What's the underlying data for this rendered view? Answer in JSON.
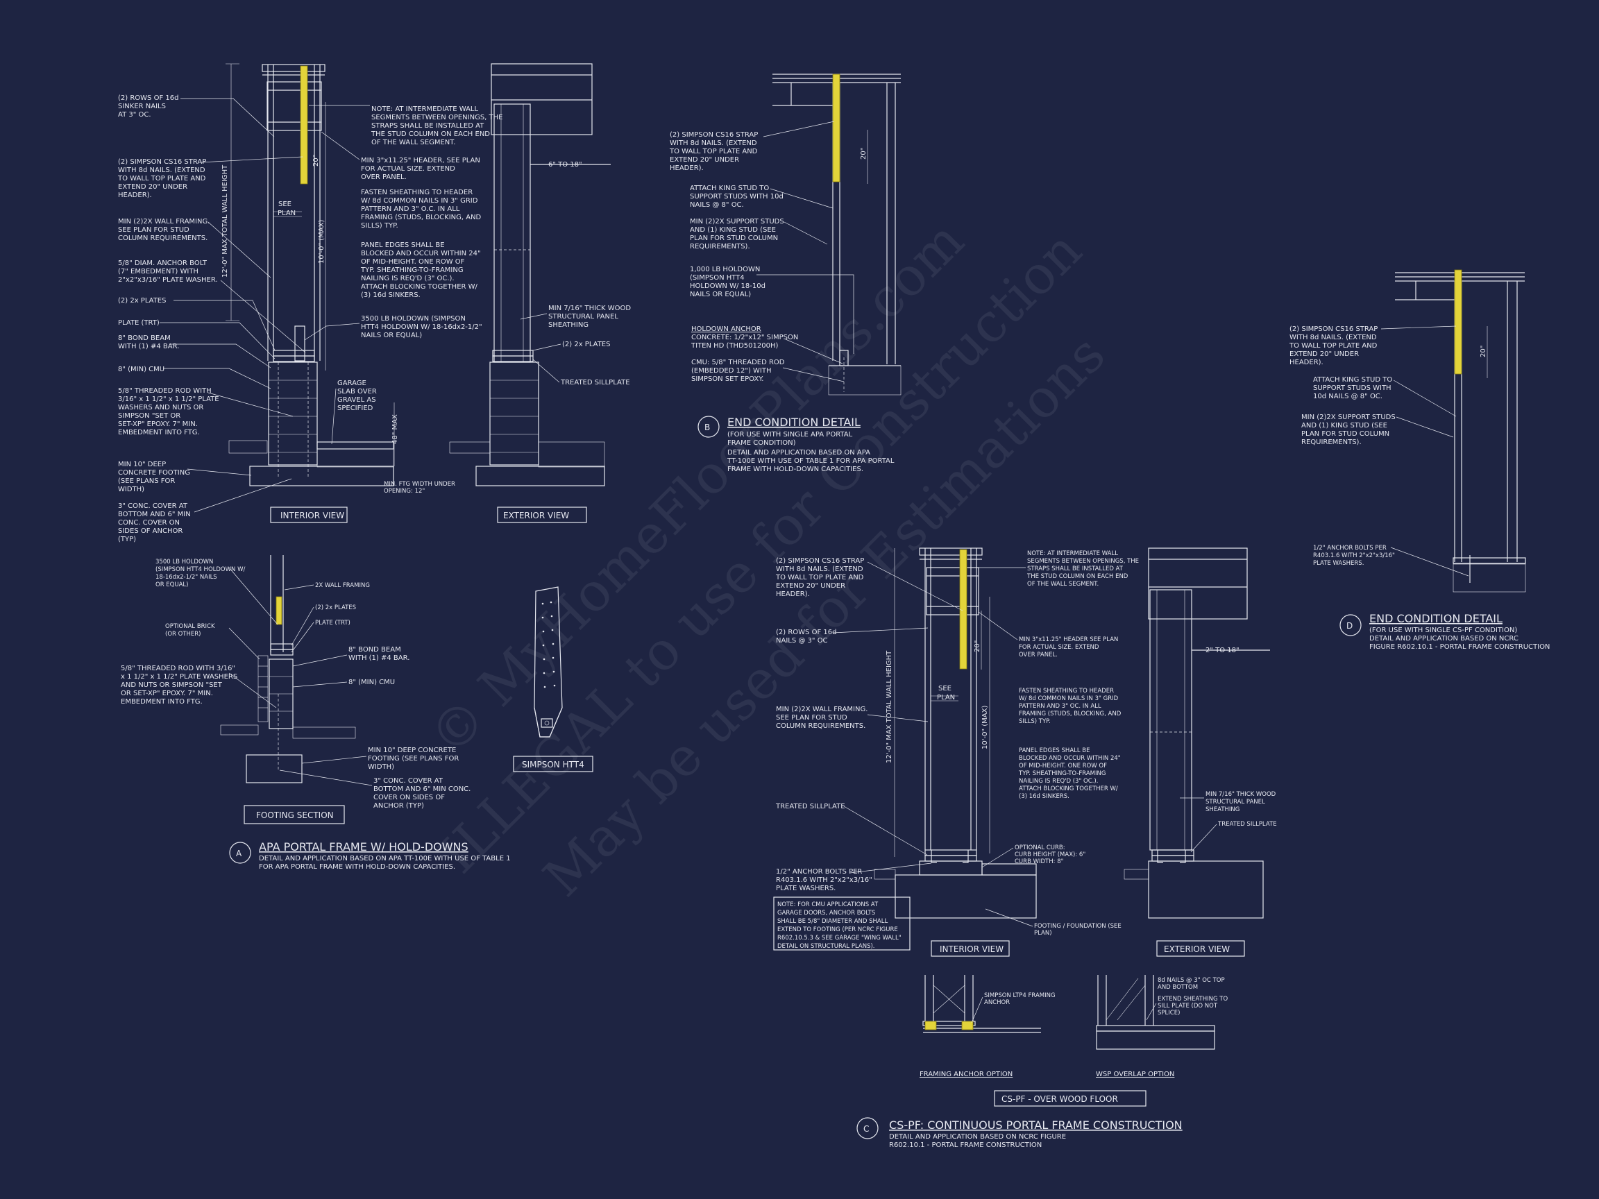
{
  "colors": {
    "background": "#1e2442",
    "linework": "#e6e8f0",
    "strap": "#e3d43a"
  },
  "watermark": {
    "line1": "© MyHomeFloorPlans.com",
    "line2": "ILLEGAL to use for Construction",
    "line3": "May be used for Estimations"
  },
  "detailA": {
    "marker": "A",
    "title": "APA PORTAL FRAME W/ HOLD-DOWNS",
    "desc1": "DETAIL AND APPLICATION BASED ON APA TT-100E WITH USE OF TABLE 1",
    "desc2": "FOR APA PORTAL FRAME WITH HOLD-DOWN CAPACITIES.",
    "interior_view": "INTERIOR VIEW",
    "exterior_view": "EXTERIOR VIEW",
    "footing_section": "FOOTING SECTION",
    "simpson_htt4": "SIMPSON HTT4",
    "dim_total": "12'-0\" MAX TOTAL WALL HEIGHT",
    "dim_10": "10'-0\" (MAX)",
    "dim_20": "20\"",
    "dim_48": "48\" MAX",
    "dim_6to18": "6\" TO 18\"",
    "see_plan": [
      "SEE",
      "PLAN"
    ],
    "left_notes": [
      [
        "(2) ROWS OF 16d",
        "SINKER NAILS",
        "AT 3\" OC."
      ],
      [
        "(2) SIMPSON CS16 STRAP",
        "WITH 8d NAILS. (EXTEND",
        "TO WALL TOP PLATE AND",
        "EXTEND 20\" UNDER",
        "HEADER)."
      ],
      [
        "MIN (2)2X WALL FRAMING.",
        "SEE PLAN FOR STUD",
        "COLUMN REQUIREMENTS."
      ],
      [
        "5/8\" DIAM. ANCHOR BOLT",
        "(7\" EMBEDMENT) WITH",
        "2\"x2\"x3/16\" PLATE WASHER."
      ],
      [
        "(2) 2x PLATES"
      ],
      [
        "PLATE (TRT)"
      ],
      [
        "8\" BOND BEAM",
        "WITH (1) #4 BAR."
      ],
      [
        "8\" (MIN) CMU"
      ],
      [
        "5/8\" THREADED ROD WITH",
        "3/16\" x 1 1/2\" x 1 1/2\" PLATE",
        "WASHERS AND NUTS OR",
        "SIMPSON \"SET OR",
        "SET-XP\" EPOXY. 7\" MIN.",
        "EMBEDMENT INTO FTG."
      ],
      [
        "MIN 10\" DEEP",
        "CONCRETE FOOTING",
        "(SEE PLANS FOR",
        "WIDTH)"
      ],
      [
        "3\" CONC. COVER AT",
        "BOTTOM AND 6\" MIN",
        "CONC. COVER ON",
        "SIDES OF ANCHOR",
        "(TYP)"
      ]
    ],
    "mid_notes": [
      [
        "NOTE: AT INTERMEDIATE WALL",
        "SEGMENTS BETWEEN OPENINGS, THE",
        "STRAPS SHALL BE INSTALLED AT",
        "THE STUD COLUMN ON EACH END",
        "OF THE WALL SEGMENT."
      ],
      [
        "MIN 3\"x11.25\" HEADER, SEE PLAN",
        "FOR ACTUAL SIZE. EXTEND",
        "OVER PANEL."
      ],
      [
        "FASTEN SHEATHING TO HEADER",
        "W/ 8d COMMON NAILS IN 3\" GRID",
        "PATTERN AND 3\" O.C. IN ALL",
        "FRAMING (STUDS, BLOCKING, AND",
        "SILLS) TYP."
      ],
      [
        "PANEL EDGES SHALL BE",
        "BLOCKED AND OCCUR WITHIN 24\"",
        "OF MID-HEIGHT. ONE ROW OF",
        "TYP. SHEATHING-TO-FRAMING",
        "NAILING IS REQ'D (3\" OC.).",
        "ATTACH BLOCKING TOGETHER W/",
        "(3) 16d SINKERS."
      ],
      [
        "3500 LB HOLDOWN (SIMPSON",
        "HTT4 HOLDOWN W/ 18-16dx2-1/2\"",
        "NAILS OR EQUAL)"
      ],
      [
        "GARAGE",
        "SLAB OVER",
        "GRAVEL AS",
        "SPECIFIED"
      ],
      [
        "MIN. FTG WIDTH UNDER",
        "OPENING: 12\""
      ]
    ],
    "ext_notes": [
      [
        "MIN 7/16\" THICK WOOD",
        "STRUCTURAL PANEL",
        "SHEATHING"
      ],
      [
        "(2) 2x PLATES"
      ],
      [
        "TREATED SILLPLATE"
      ]
    ],
    "footing_notes": [
      [
        "3500 LB HOLDOWN",
        "(SIMPSON HTT4 HOLDOWN W/",
        "18-16dx2-1/2\" NAILS",
        "OR EQUAL)"
      ],
      [
        "2X WALL FRAMING"
      ],
      [
        "(2) 2x PLATES"
      ],
      [
        "PLATE (TRT)"
      ],
      [
        "OPTIONAL BRICK",
        "(OR OTHER)"
      ],
      [
        "8\" BOND BEAM",
        "WITH (1) #4 BAR."
      ],
      [
        "8\" (MIN) CMU"
      ],
      [
        "5/8\" THREADED ROD WITH 3/16\"",
        "x 1 1/2\" x 1 1/2\" PLATE WASHERS",
        "AND NUTS OR SIMPSON \"SET",
        "OR SET-XP\" EPOXY. 7\" MIN.",
        "EMBEDMENT INTO FTG."
      ],
      [
        "MIN 10\" DEEP CONCRETE",
        "FOOTING (SEE PLANS FOR",
        "WIDTH)"
      ],
      [
        "3\" CONC. COVER AT",
        "BOTTOM AND 6\" MIN CONC.",
        "COVER ON SIDES OF",
        "ANCHOR (TYP)"
      ]
    ]
  },
  "detailB": {
    "marker": "B",
    "title": "END CONDITION DETAIL",
    "desc": [
      "(FOR USE WITH SINGLE APA PORTAL",
      "FRAME CONDITION)",
      "DETAIL AND APPLICATION BASED ON APA",
      "TT-100E WITH USE OF TABLE 1 FOR APA PORTAL",
      "FRAME WITH HOLD-DOWN CAPACITIES."
    ],
    "dim_20": "20\"",
    "notes": [
      [
        "(2) SIMPSON CS16 STRAP",
        "WITH 8d NAILS. (EXTEND",
        "TO WALL TOP PLATE AND",
        "EXTEND 20\" UNDER",
        "HEADER)."
      ],
      [
        "ATTACH KING STUD TO",
        "SUPPORT STUDS WITH 10d",
        "NAILS @ 8\" OC."
      ],
      [
        "MIN (2)2X SUPPORT STUDS",
        "AND (1) KING STUD (SEE",
        "PLAN FOR STUD COLUMN",
        "REQUIREMENTS)."
      ],
      [
        "1,000 LB HOLDOWN",
        "(SIMPSON HTT4",
        "HOLDOWN W/ 18-10d",
        "NAILS OR EQUAL)"
      ],
      [
        "HOLDOWN ANCHOR",
        "CONCRETE: 1/2\"x12\" SIMPSON",
        "TITEN HD (THD501200H)"
      ],
      [
        "CMU: 5/8\" THREADED ROD",
        "(EMBEDDED 12\") WITH",
        "SIMPSON SET EPOXY."
      ]
    ]
  },
  "detailC": {
    "marker": "C",
    "title": "CS-PF: CONTINUOUS PORTAL FRAME CONSTRUCTION",
    "desc1": "DETAIL AND APPLICATION BASED ON NCRC FIGURE",
    "desc2": "R602.10.1 - PORTAL FRAME CONSTRUCTION",
    "interior_view": "INTERIOR VIEW",
    "exterior_view": "EXTERIOR VIEW",
    "framing_anchor_option": "FRAMING ANCHOR OPTION",
    "wsp_overlap_option": "WSP OVERLAP OPTION",
    "over_wood_floor": "CS-PF - OVER WOOD FLOOR",
    "dim_total": "12'-0\" MAX TOTAL WALL HEIGHT",
    "dim_10": "10'-0\" (MAX)",
    "dim_20": "20\"",
    "dim_2to18": "2\" TO 18\"",
    "see_plan": [
      "SEE",
      "PLAN"
    ],
    "left_notes": [
      [
        "(2) SIMPSON CS16 STRAP",
        "WITH 8d NAILS. (EXTEND",
        "TO WALL TOP PLATE AND",
        "EXTEND 20\" UNDER",
        "HEADER)."
      ],
      [
        "(2) ROWS OF 16d",
        "NAILS @ 3\" OC"
      ],
      [
        "MIN (2)2X WALL FRAMING.",
        "SEE PLAN FOR STUD",
        "COLUMN REQUIREMENTS."
      ],
      [
        "TREATED SILLPLATE"
      ],
      [
        "1/2\" ANCHOR BOLTS PER",
        "R403.1.6 WITH 2\"x2\"x3/16\"",
        "PLATE WASHERS."
      ]
    ],
    "cmu_note": [
      "NOTE: FOR CMU APPLICATIONS AT",
      "GARAGE DOORS, ANCHOR BOLTS",
      "SHALL BE 5/8\" DIAMETER AND SHALL",
      "EXTEND TO FOOTING (PER NCRC FIGURE",
      "R602.10.5.3 & SEE GARAGE \"WING WALL\"",
      "DETAIL ON STRUCTURAL PLANS)."
    ],
    "mid_notes": [
      [
        "NOTE: AT INTERMEDIATE WALL",
        "SEGMENTS BETWEEN OPENINGS, THE",
        "STRAPS SHALL BE INSTALLED AT",
        "THE STUD COLUMN ON EACH END",
        "OF THE WALL SEGMENT."
      ],
      [
        "MIN 3\"x11.25\" HEADER SEE PLAN",
        "FOR ACTUAL SIZE. EXTEND",
        "OVER PANEL."
      ],
      [
        "FASTEN SHEATHING TO HEADER",
        "W/ 8d COMMON NAILS IN 3\" GRID",
        "PATTERN AND 3\" OC. IN ALL",
        "FRAMING (STUDS, BLOCKING, AND",
        "SILLS) TYP."
      ],
      [
        "PANEL EDGES SHALL BE",
        "BLOCKED AND OCCUR WITHIN 24\"",
        "OF MID-HEIGHT. ONE ROW OF",
        "TYP. SHEATHING-TO-FRAMING",
        "NAILING IS REQ'D (3\" OC.).",
        "ATTACH BLOCKING TOGETHER W/",
        "(3) 16d SINKERS."
      ],
      [
        "OPTIONAL CURB:",
        "CURB HEIGHT (MAX): 6\"",
        "CURB WIDTH: 8\""
      ],
      [
        "FOOTING / FOUNDATION (SEE",
        "PLAN)"
      ]
    ],
    "ext_notes": [
      [
        "MIN 7/16\" THICK WOOD",
        "STRUCTURAL PANEL",
        "SHEATHING"
      ],
      [
        "TREATED SILLPLATE"
      ]
    ],
    "floor_notes": [
      [
        "SIMPSON LTP4 FRAMING",
        "ANCHOR"
      ],
      [
        "8d NAILS @ 3\" OC TOP",
        "AND BOTTOM"
      ],
      [
        "EXTEND SHEATHING TO",
        "SILL PLATE (DO NOT",
        "SPLICE)"
      ]
    ]
  },
  "detailD": {
    "marker": "D",
    "title": "END CONDITION DETAIL",
    "desc": [
      "(FOR USE WITH SINGLE CS-PF CONDITION)",
      "DETAIL AND APPLICATION BASED ON NCRC",
      "FIGURE R602.10.1 - PORTAL FRAME CONSTRUCTION"
    ],
    "dim_20": "20\"",
    "notes": [
      [
        "(2) SIMPSON CS16 STRAP",
        "WITH 8d NAILS. (EXTEND",
        "TO WALL TOP PLATE AND",
        "EXTEND 20\" UNDER",
        "HEADER)."
      ],
      [
        "ATTACH KING STUD TO",
        "SUPPORT STUDS WITH",
        "10d NAILS @ 8\" OC."
      ],
      [
        "MIN (2)2X SUPPORT STUDS",
        "AND (1) KING STUD (SEE",
        "PLAN FOR STUD COLUMN",
        "REQUIREMENTS)."
      ],
      [
        "1/2\" ANCHOR BOLTS PER",
        "R403.1.6 WITH 2\"x2\"x3/16\"",
        "PLATE WASHERS."
      ]
    ]
  }
}
